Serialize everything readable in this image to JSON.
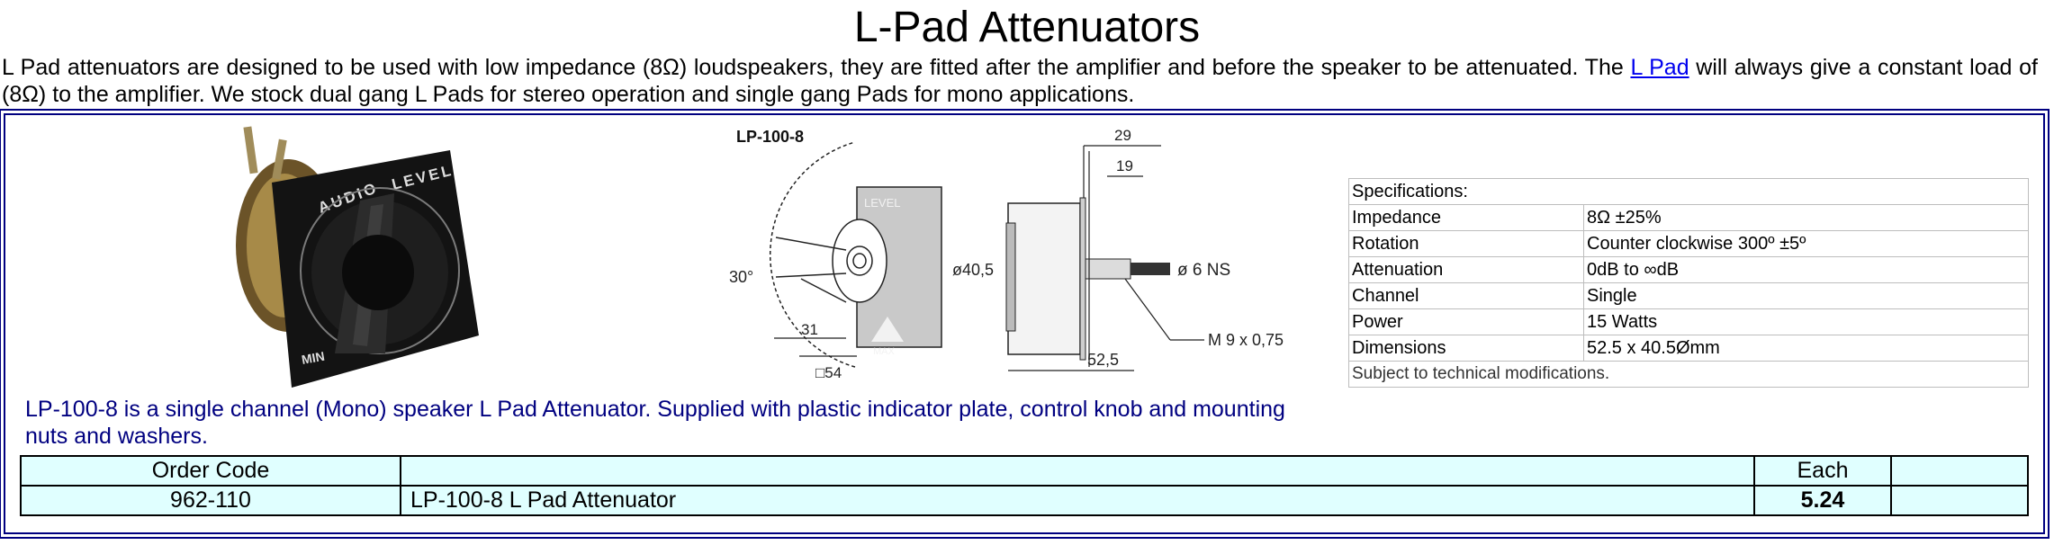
{
  "page": {
    "title": "L-Pad Attenuators",
    "intro_before": "L Pad attenuators are designed to be used with low impedance (8Ω) loudspeakers, they are fitted after the amplifier and before the speaker to be attenuated. The ",
    "intro_link": "L Pad",
    "intro_after": " will always give a constant load of (8Ω) to the amplifier. We stock dual gang L Pads for stereo operation and single gang Pads for mono applications."
  },
  "product": {
    "photo_label_audio": "AUDIO",
    "photo_label_level": "LEVEL",
    "photo_label_min": "MIN",
    "drawing": {
      "model": "LP-100-8",
      "angle": "30°",
      "level_text": "LEVEL",
      "max_text": "MAX",
      "dim_31": "31",
      "dim_54": "□54",
      "dim_29": "29",
      "dim_19": "19",
      "dim_dia": "ø40,5",
      "dim_shaft": "ø 6 NS",
      "dim_thread": "M 9 x 0,75",
      "dim_525": "52,5"
    },
    "description": "LP-100-8 is a single channel (Mono) speaker L Pad Attenuator. Supplied with plastic indicator plate, control knob and mounting nuts and washers."
  },
  "specs": {
    "header": "Specifications:",
    "rows": [
      {
        "key": "Impedance",
        "value": "8Ω ±25%"
      },
      {
        "key": "Rotation",
        "value": "Counter clockwise 300º ±5º"
      },
      {
        "key": "Attenuation",
        "value": "0dB to ∞dB"
      },
      {
        "key": "Channel",
        "value": "Single"
      },
      {
        "key": "Power",
        "value": "15 Watts"
      },
      {
        "key": "Dimensions",
        "value": "52.5 x 40.5Ømm"
      }
    ],
    "note": "Subject to technical modifications."
  },
  "order": {
    "header_code": "Order Code",
    "header_desc": "",
    "header_each": "Each",
    "code": "962-110",
    "desc": "LP-100-8 L Pad Attenuator",
    "price": "5.24"
  },
  "colors": {
    "link": "#0000ee",
    "description": "#000080",
    "panel_border": "#000080",
    "order_background": "#e0ffff"
  }
}
